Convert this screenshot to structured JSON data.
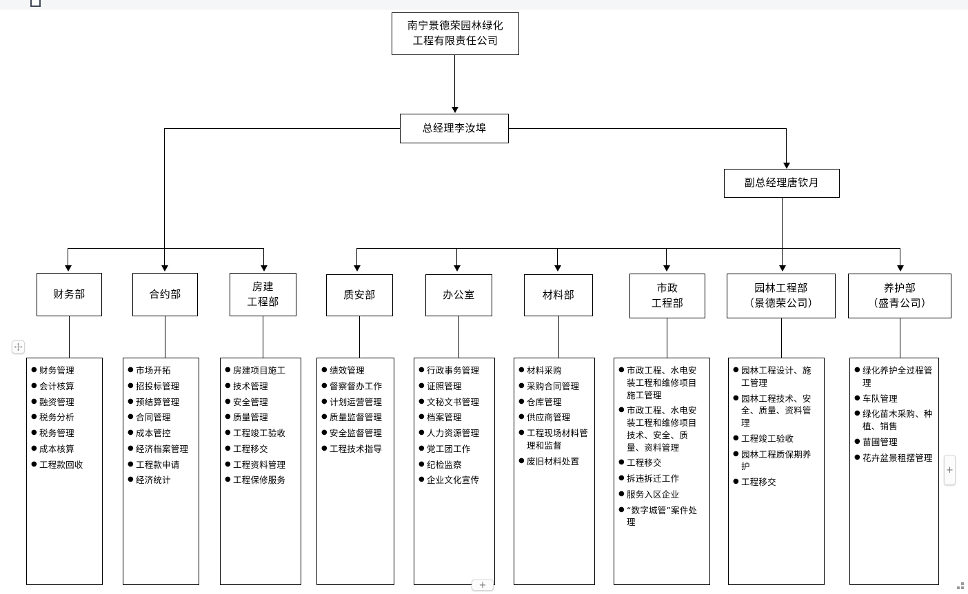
{
  "chart_data": {
    "type": "diagram",
    "title": "南宁景德荣园林绿化工程有限责任公司 组织架构图",
    "orientation": "top-down"
  },
  "company": {
    "line1": "南宁景德荣园林绿化",
    "line2": "工程有限责任公司"
  },
  "general_manager": {
    "label": "总经理李汝埠"
  },
  "deputy_manager": {
    "label": "副总经理唐钦月"
  },
  "departments": [
    {
      "title_line1": "财务部",
      "title_line2": "",
      "items": [
        "财务管理",
        "会计核算",
        "融资管理",
        "税务分析",
        "税务管理",
        "成本核算",
        "工程款回收"
      ]
    },
    {
      "title_line1": "合约部",
      "title_line2": "",
      "items": [
        "市场开拓",
        "招投标管理",
        "预结算管理",
        "合同管理",
        "成本管控",
        "经济档案管理",
        "工程款申请",
        "经济统计"
      ]
    },
    {
      "title_line1": "房建",
      "title_line2": "工程部",
      "items": [
        "房建项目施工",
        "技术管理",
        "安全管理",
        "质量管理",
        "工程竣工验收",
        "工程移交",
        "工程资料管理",
        "工程保修服务"
      ]
    },
    {
      "title_line1": "质安部",
      "title_line2": "",
      "items": [
        "绩效管理",
        "督察督办工作",
        "计划运营管理",
        "质量监督管理",
        "安全监督管理",
        "工程技术指导"
      ]
    },
    {
      "title_line1": "办公室",
      "title_line2": "",
      "items": [
        "行政事务管理",
        "证照管理",
        "文秘文书管理",
        "档案管理",
        "人力资源管理",
        "党工团工作",
        "纪检监察",
        "企业文化宣传"
      ]
    },
    {
      "title_line1": "材料部",
      "title_line2": "",
      "items": [
        "材料采购",
        "采购合同管理",
        "仓库管理",
        "供应商管理",
        "工程现场材料管理和监督",
        "废旧材料处置"
      ]
    },
    {
      "title_line1": "市政",
      "title_line2": "工程部",
      "items": [
        "市政工程、水电安装工程和维修项目施工管理",
        "市政工程、水电安装工程和维修项目技术、安全、质量、资料管理",
        "工程移交",
        "拆违拆迁工作",
        "服务入区企业",
        "“数字城管”案件处理"
      ]
    },
    {
      "title_line1": "园林工程部",
      "title_line2": "（景德荣公司）",
      "items": [
        "园林工程设计、施工管理",
        "园林工程技术、安全、质量、资料管理",
        "工程竣工验收",
        "园林工程质保期养护",
        "工程移交"
      ]
    },
    {
      "title_line1": "养护部",
      "title_line2": "（盛青公司）",
      "items": [
        "绿化养护全过程管理",
        "车队管理",
        "绿化苗木采购、种植、销售",
        "苗圃管理",
        "花卉盆景租摆管理"
      ]
    }
  ],
  "widgets": {
    "move_handle": "move-handle",
    "add_right_label": "+",
    "add_bottom_label": "+",
    "resize_handle": "resize-handle"
  },
  "colors": {
    "line": "#000000",
    "box_fill": "#ffffff",
    "topbar": "#f4f6f8",
    "widget_text": "#7a7a7a"
  }
}
